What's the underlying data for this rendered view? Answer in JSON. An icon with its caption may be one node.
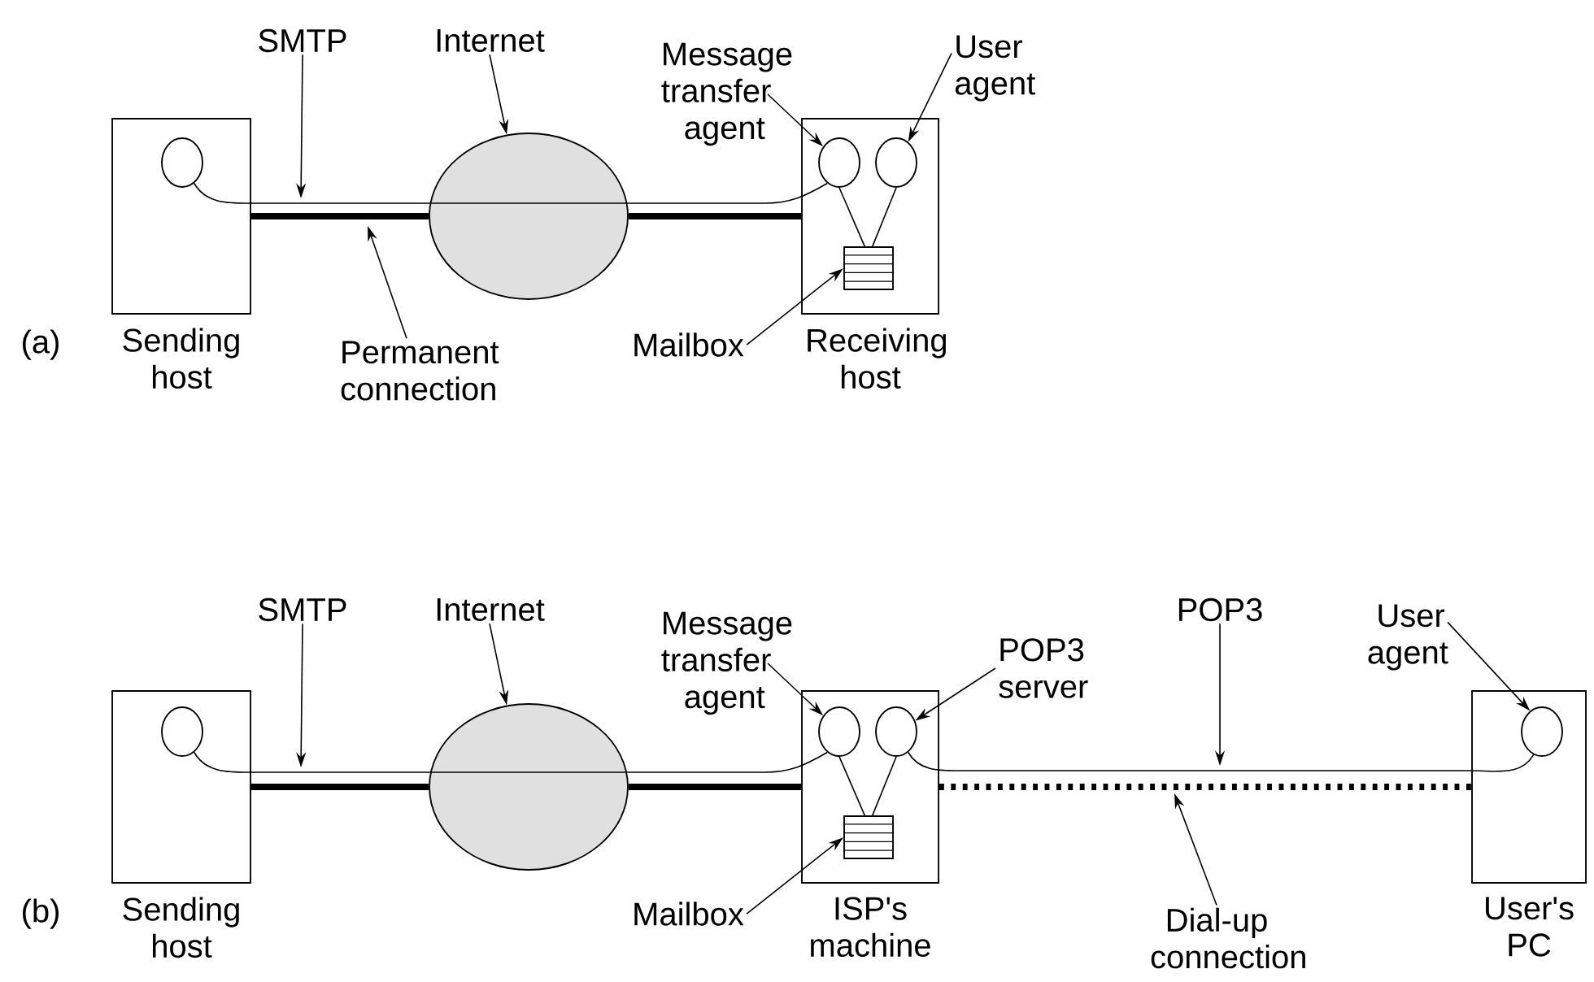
{
  "diagram": {
    "nodes": [
      {
        "text": [
          "Sending host"
        ]
      },
      {
        "text": [],
        "shape": "circle",
        "in": 0
      },
      {
        "text": [],
        "shape": "ellipse"
      },
      {
        "text": [
          "Receiving host"
        ]
      },
      {
        "text": [],
        "shape": "circle",
        "in": 3
      },
      {
        "text": [],
        "shape": "circle",
        "in": 3
      },
      {
        "text": [],
        "shape": "box",
        "in": 3
      },
      {
        "text": [
          "SMTP"
        ]
      },
      {
        "text": [
          "Internet"
        ]
      },
      {
        "text": [
          "Message transfer agent"
        ]
      },
      {
        "text": [
          "User agent"
        ]
      },
      {
        "text": [
          "Permanent connection"
        ]
      },
      {
        "text": [
          "Mailbox"
        ]
      },
      {
        "text": [
          "Sending host"
        ]
      },
      {
        "text": [],
        "shape": "circle",
        "in": 13
      },
      {
        "text": [],
        "shape": "ellipse"
      },
      {
        "text": [
          "ISP's machine"
        ]
      },
      {
        "text": [],
        "shape": "circle",
        "in": 16
      },
      {
        "text": [],
        "shape": "circle",
        "in": 16
      },
      {
        "text": [],
        "shape": "box",
        "in": 16
      },
      {
        "text": [
          "User's PC"
        ]
      },
      {
        "text": [],
        "shape": "circle",
        "in": 20
      },
      {
        "text": [
          "SMTP"
        ]
      },
      {
        "text": [
          "Internet"
        ]
      },
      {
        "text": [
          "Message transfer agent"
        ]
      },
      {
        "text": [
          "POP3 server"
        ]
      },
      {
        "text": [
          "POP3"
        ]
      },
      {
        "text": [
          "User agent"
        ]
      },
      {
        "text": [
          "Mailbox"
        ]
      },
      {
        "text": [
          "Dial-up connection"
        ]
      }
    ],
    "edges": [
      {
        "from": 0,
        "to": 2,
        "arrow": "none",
        "style": "thick"
      },
      {
        "from": 2,
        "to": 3,
        "arrow": "none",
        "style": "thick"
      },
      {
        "from": 1,
        "to": 2,
        "arrow": "none"
      },
      {
        "from": 4,
        "to": 6,
        "arrow": "none"
      },
      {
        "from": 5,
        "to": 6,
        "arrow": "none"
      },
      {
        "from": 7,
        "to": null,
        "arrow": "to"
      },
      {
        "from": 8,
        "to": 2,
        "arrow": "to"
      },
      {
        "from": 9,
        "to": 4,
        "arrow": "to"
      },
      {
        "from": 10,
        "to": 5,
        "arrow": "to"
      },
      {
        "from": 11,
        "to": null,
        "arrow": "to"
      },
      {
        "from": 12,
        "to": 6,
        "arrow": "to"
      },
      {
        "from": 13,
        "to": 15,
        "arrow": "none",
        "style": "thick"
      },
      {
        "from": 15,
        "to": 16,
        "arrow": "none",
        "style": "thick"
      },
      {
        "from": 14,
        "to": 15,
        "arrow": "none"
      },
      {
        "from": 17,
        "to": 19,
        "arrow": "none"
      },
      {
        "from": 18,
        "to": 19,
        "arrow": "none"
      },
      {
        "from": 16,
        "to": 20,
        "arrow": "none",
        "style": "dashed"
      },
      {
        "from": 18,
        "to": 21,
        "arrow": "none"
      },
      {
        "from": 22,
        "to": null,
        "arrow": "to"
      },
      {
        "from": 23,
        "to": 15,
        "arrow": "to"
      },
      {
        "from": 24,
        "to": 17,
        "arrow": "to"
      },
      {
        "from": 25,
        "to": 18,
        "arrow": "to"
      },
      {
        "from": 26,
        "to": null,
        "arrow": "to"
      },
      {
        "from": 27,
        "to": 21,
        "arrow": "to"
      },
      {
        "from": 28,
        "to": 19,
        "arrow": "to"
      },
      {
        "from": 29,
        "to": null,
        "arrow": "to"
      },
      {
        "from": 2,
        "to": 4,
        "arrow": "none"
      },
      {
        "from": 15,
        "to": 17,
        "arrow": "none"
      }
    ],
    "labels": [
      "(a)",
      "(b)"
    ]
  }
}
